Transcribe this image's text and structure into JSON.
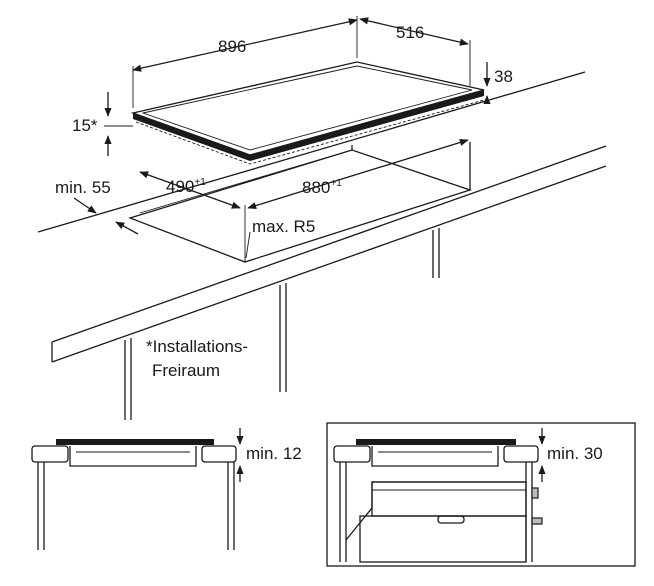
{
  "labels": {
    "width_896": "896",
    "depth_516": "516",
    "height_38": "38",
    "edge_15": "15*",
    "min_55": "min. 55",
    "cutout_490": "490",
    "cutout_490_tol": "+1",
    "cutout_880": "880",
    "cutout_880_tol": "+1",
    "max_r5": "max. R5",
    "note_line1": "*Installations-",
    "note_line2": "Freiraum",
    "min_12": "min. 12",
    "min_30": "min. 30"
  }
}
